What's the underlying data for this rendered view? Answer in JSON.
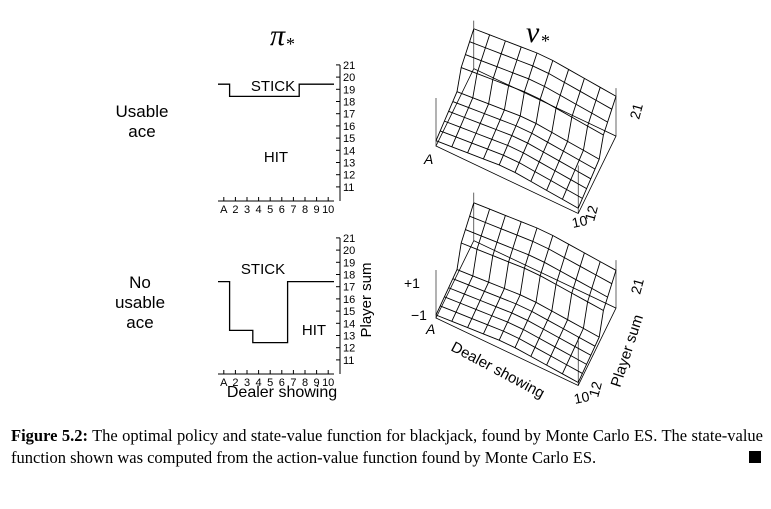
{
  "figure": {
    "policy_title": "π",
    "policy_title_sub": "*",
    "value_title": "v",
    "value_title_sub": "*",
    "row_labels": {
      "usable": [
        "Usable",
        "ace"
      ],
      "no_usable": [
        "No",
        "usable",
        "ace"
      ]
    },
    "policy_labels": {
      "stick": "STICK",
      "hit": "HIT"
    },
    "dealer_ticks": [
      "A",
      "2",
      "3",
      "4",
      "5",
      "6",
      "7",
      "8",
      "9",
      "10"
    ],
    "player_ticks": [
      "11",
      "12",
      "13",
      "14",
      "15",
      "16",
      "17",
      "18",
      "19",
      "20",
      "21"
    ],
    "policy_usable_stick_threshold": [
      19,
      18,
      18,
      18,
      18,
      18,
      18,
      19,
      19,
      19
    ],
    "policy_no_usable_stick_threshold": [
      17,
      13,
      13,
      12,
      12,
      12,
      17,
      17,
      17,
      17
    ],
    "xlabel": "Dealer showing",
    "ylabel": "Player sum",
    "surface_labels": {
      "dealer_start": "A",
      "dealer_end": "10",
      "player_start": "12",
      "player_end": "21",
      "z_top": "+1",
      "z_bottom": "−1"
    }
  },
  "caption": {
    "label": "Figure 5.2:",
    "text": " The optimal policy and state-value function for blackjack, found by Monte Carlo ES. The state-value function shown was computed from the action-value function found by Monte Carlo ES."
  }
}
